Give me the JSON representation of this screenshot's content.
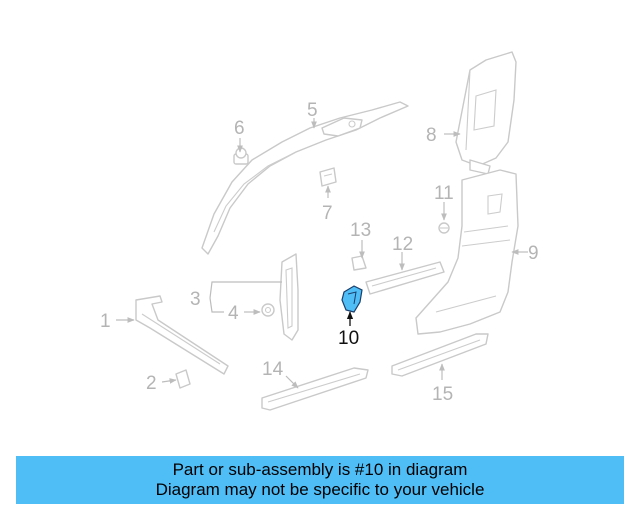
{
  "diagram": {
    "labels": {
      "p1": "1",
      "p2": "2",
      "p3": "3",
      "p4": "4",
      "p5": "5",
      "p6": "6",
      "p7": "7",
      "p8": "8",
      "p9": "9",
      "p10": "10",
      "p11": "11",
      "p12": "12",
      "p13": "13",
      "p14": "14",
      "p15": "15"
    },
    "highlighted_part": "10",
    "highlight_color": "#4fbef7"
  },
  "banner": {
    "line1": "Part or sub-assembly is #10 in diagram",
    "line2": "Diagram may not be specific to your vehicle",
    "background": "#4fbef7"
  }
}
